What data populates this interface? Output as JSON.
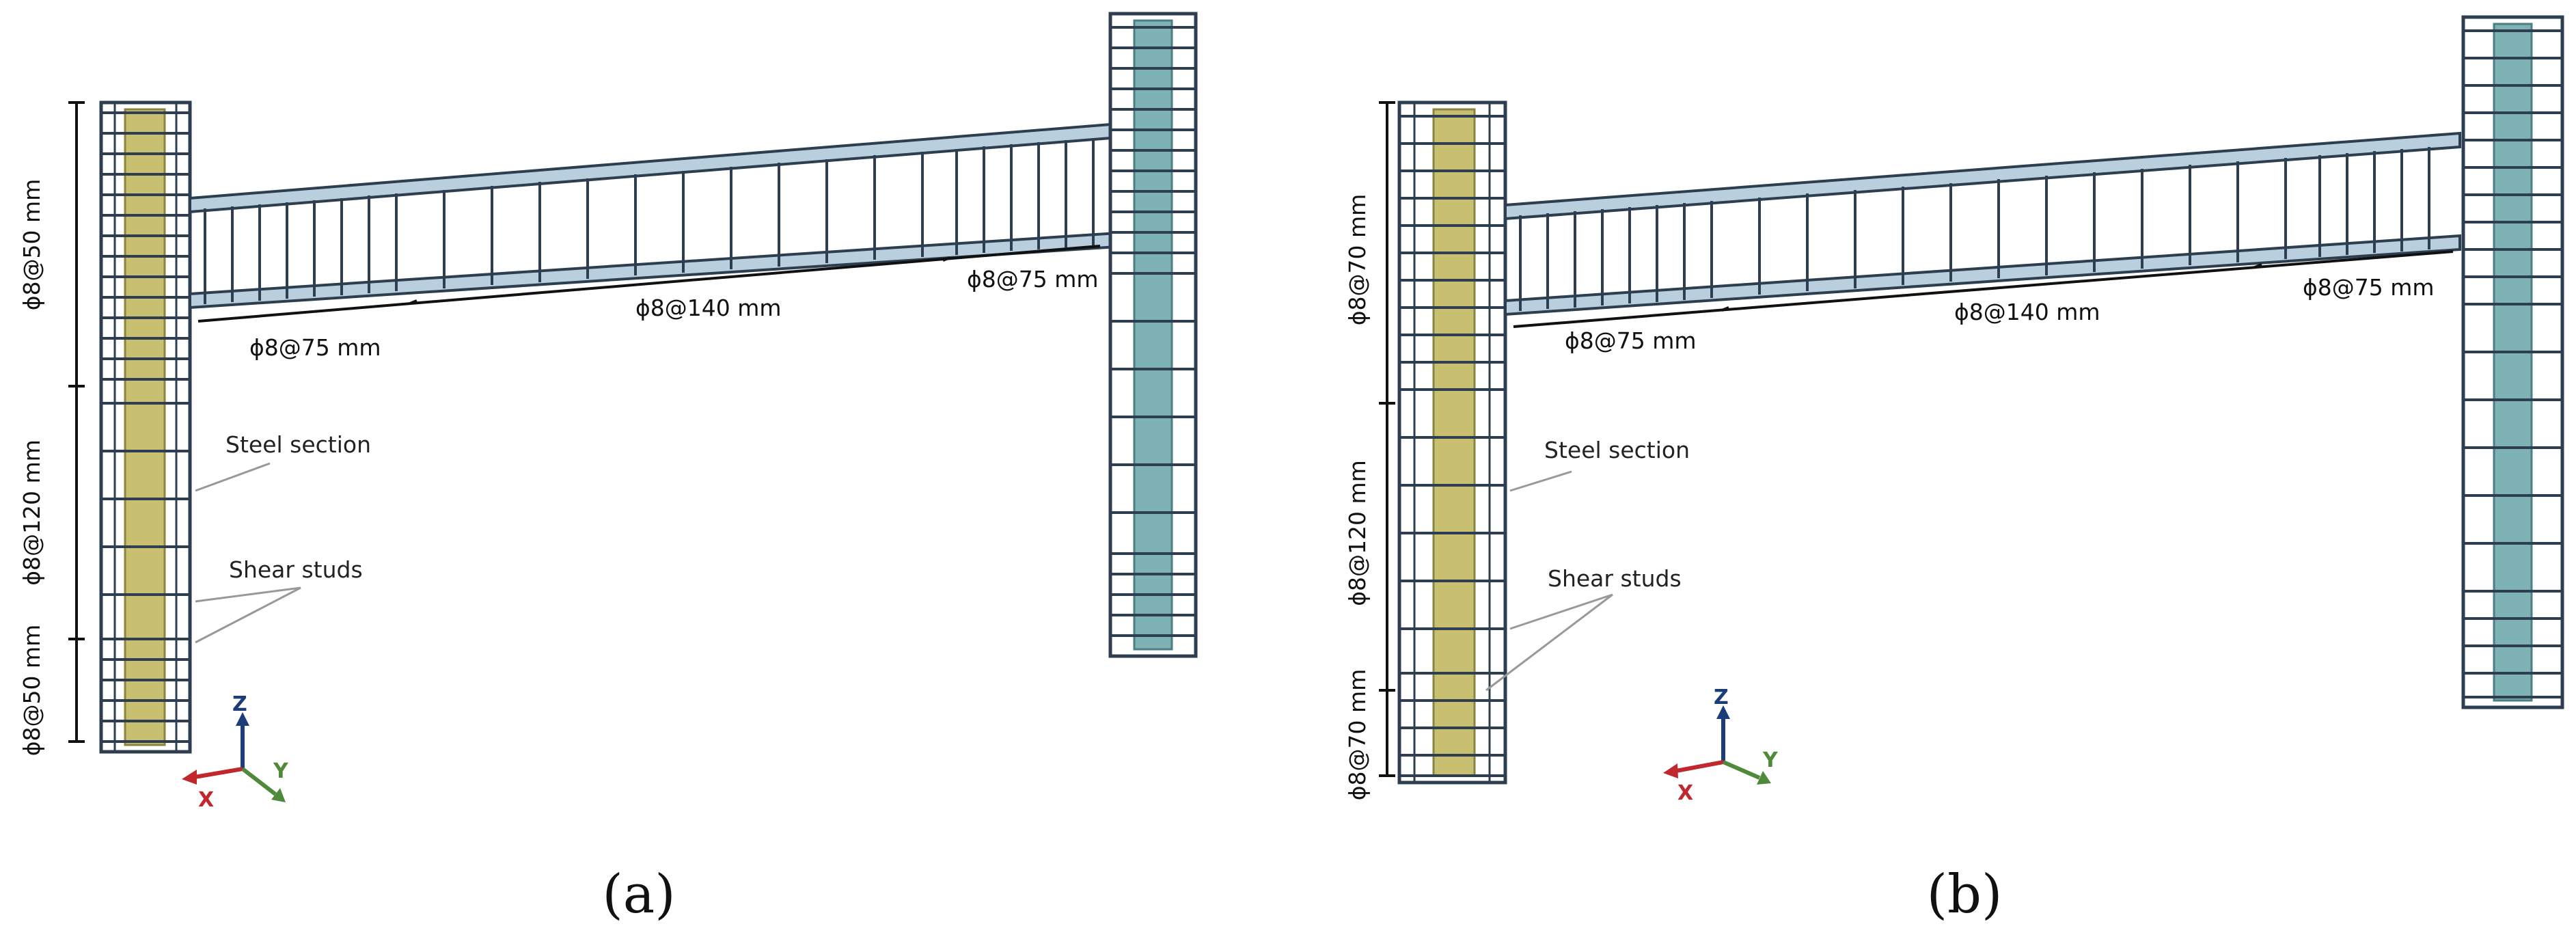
{
  "colors": {
    "rebar": "#2c3e50",
    "rebar_light": "#6f8aa0",
    "steel_section_left": "#c8c070",
    "steel_section_right": "#7fb2b4",
    "beam_fill": "#b9cfdd",
    "axis_x": "#c0282e",
    "axis_y": "#4f8a3a",
    "axis_z": "#1d3d7a",
    "leader": "#999999"
  },
  "panels": [
    {
      "caption": "(a)",
      "column_spacing": {
        "top": "ϕ8@50 mm",
        "middle": "ϕ8@120 mm",
        "bottom": "ϕ8@50 mm"
      },
      "beam_spacing": {
        "left": "ϕ8@75 mm",
        "middle": "ϕ8@140 mm",
        "right": "ϕ8@75 mm"
      },
      "notes": {
        "steel_section": "Steel section",
        "shear_studs": "Shear studs"
      },
      "axes": {
        "x": "X",
        "y": "Y",
        "z": "Z"
      }
    },
    {
      "caption": "(b)",
      "column_spacing": {
        "top": "ϕ8@70 mm",
        "middle": "ϕ8@120 mm",
        "bottom": "ϕ8@70 mm"
      },
      "beam_spacing": {
        "left": "ϕ8@75 mm",
        "middle": "ϕ8@140 mm",
        "right": "ϕ8@75 mm"
      },
      "notes": {
        "steel_section": "Steel section",
        "shear_studs": "Shear studs"
      },
      "axes": {
        "x": "X",
        "y": "Y",
        "z": "Z"
      }
    }
  ]
}
